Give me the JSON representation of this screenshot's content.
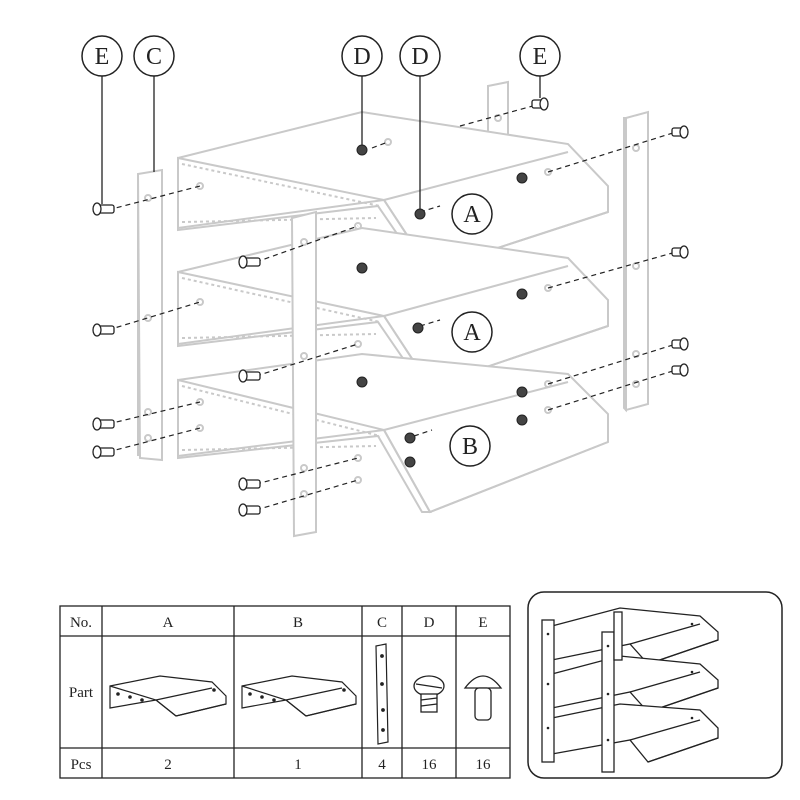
{
  "callouts": {
    "e_left": "E",
    "c_left": "C",
    "d_first": "D",
    "d_second": "D",
    "e_right": "E",
    "tray_top": "A",
    "tray_middle": "A",
    "tray_bottom": "B"
  },
  "parts_table": {
    "header_no": "No.",
    "header_part": "Part",
    "header_pcs": "Pcs",
    "columns": [
      {
        "id": "A",
        "qty": "2"
      },
      {
        "id": "B",
        "qty": "1"
      },
      {
        "id": "C",
        "qty": "4"
      },
      {
        "id": "D",
        "qty": "16"
      },
      {
        "id": "E",
        "qty": "16"
      }
    ]
  },
  "colors": {
    "line": "#222222",
    "panel": "#c9c9c9",
    "hardware": "#444444"
  }
}
